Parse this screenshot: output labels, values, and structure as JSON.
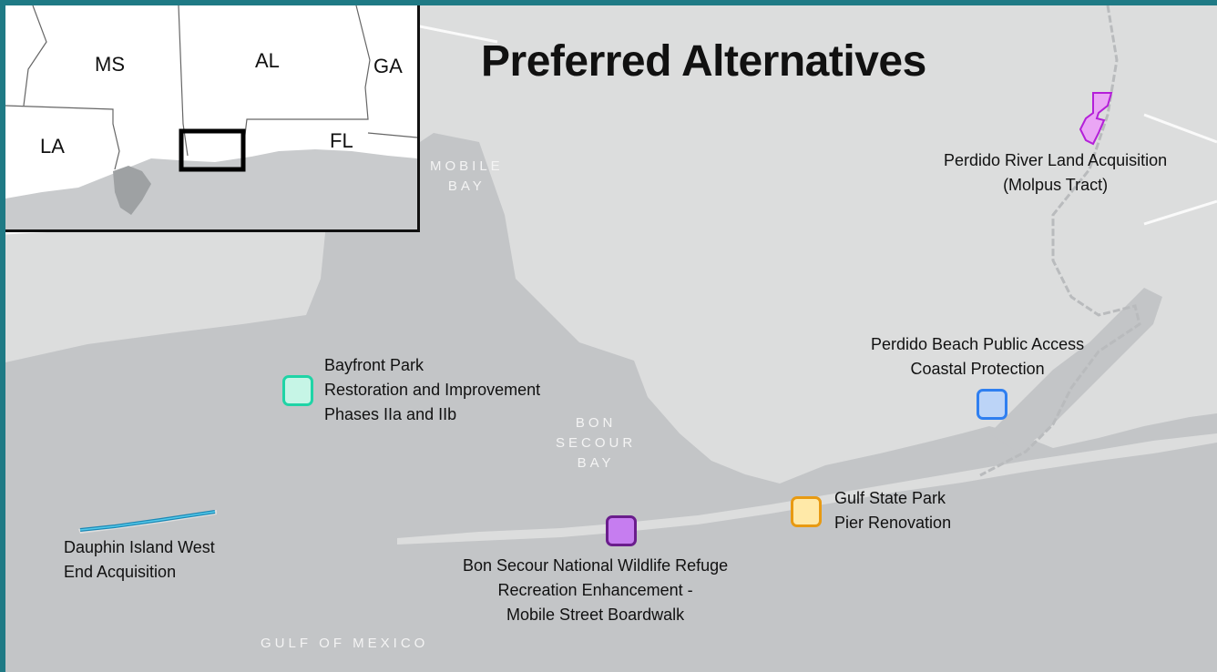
{
  "title": "Preferred Alternatives",
  "water_labels": {
    "mobile_bay": [
      "MOBILE",
      "BAY"
    ],
    "bon_secour_bay": [
      "BON",
      "SECOUR",
      "BAY"
    ],
    "gulf": "GULF OF MEXICO"
  },
  "sites": [
    {
      "key": "bayfront",
      "lines": [
        "Bayfront Park",
        "Restoration and Improvement",
        "Phases IIa and IIb"
      ],
      "fill": "#c6f5e6",
      "stroke": "#1fd4a6"
    },
    {
      "key": "perdido_beach",
      "lines": [
        "Perdido Beach Public Access",
        "Coastal Protection"
      ],
      "fill": "#bcd4f7",
      "stroke": "#2f7ff0"
    },
    {
      "key": "gulf_state_park",
      "lines": [
        "Gulf State Park",
        "Pier Renovation"
      ],
      "fill": "#ffe9a8",
      "stroke": "#e89a12"
    },
    {
      "key": "bon_secour",
      "lines": [
        "Bon Secour National Wildlife Refuge",
        "Recreation Enhancement -",
        "Mobile Street Boardwalk"
      ],
      "fill": "#c67df0",
      "stroke": "#6a1d8c"
    },
    {
      "key": "dauphin",
      "lines": [
        "Dauphin Island West",
        "End Acquisition"
      ],
      "fill": "#55c9ea",
      "stroke": "#1a88b5"
    },
    {
      "key": "perdido_river",
      "lines": [
        "Perdido River Land Acquisition",
        "(Molpus Tract)"
      ],
      "fill": "#eaa6f5",
      "stroke": "#b41fd9"
    }
  ],
  "inset": {
    "states": [
      "MS",
      "AL",
      "GA",
      "LA",
      "FL"
    ]
  },
  "colors": {
    "land": "#dcdddd",
    "water": "#c3c5c7",
    "frame": "#1f7a85"
  }
}
